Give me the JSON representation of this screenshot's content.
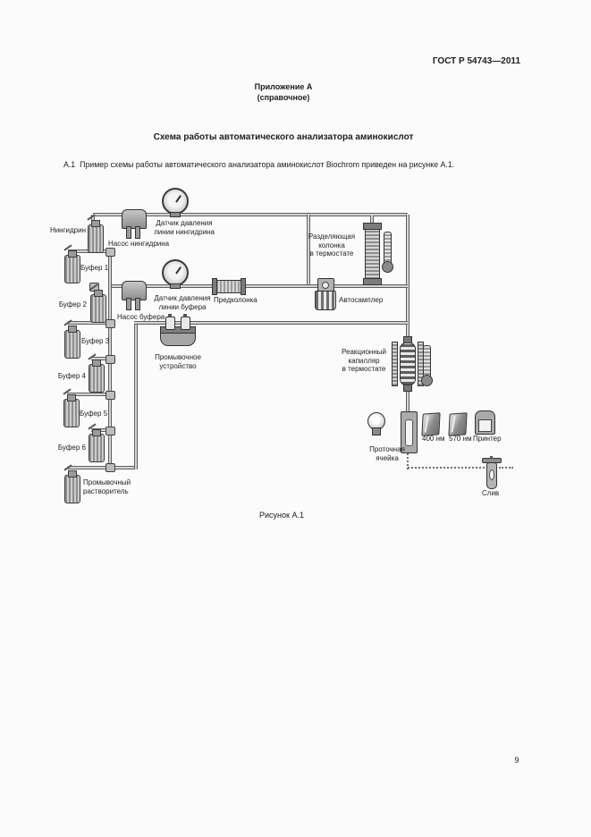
{
  "doc": {
    "header": "ГОСТ Р 54743—2011",
    "appendix_heading": "Приложение А",
    "appendix_type": "(справочное)",
    "section_title": "Схема работы автоматического анализатора аминокислот",
    "body_text": "А.1  Пример схемы работы автоматического анализатора аминокислот Biochrom приведен на рисунке А.1.",
    "figure_caption": "Рисунок А.1",
    "page_number": "9"
  },
  "diagram": {
    "ninhydrin_bottle": "Нингидрин",
    "ninhydrin_pump": "Насос нингидрина",
    "ninhydrin_pressure": "Датчик давления\nлинии нингидрина",
    "buffer_pump": "Насос буфера",
    "buffer_pressure": "Датчик давления\nлинии буфера",
    "precolumn": "Предколонка",
    "autosampler": "Автосамплер",
    "separation_column": "Разделяющая\nколонка\nв термостате",
    "buffers": [
      "Буфер 1",
      "Буфер 2",
      "Буфер 3",
      "Буфер 4",
      "Буфер 5",
      "Буфер 6"
    ],
    "wash_device": "Промывочное\nустройство",
    "reaction_capillary": "Реакционный\nкапилляр\nв термостате",
    "flow_cell": "Проточная\nячейка",
    "detector_1": "400 нм",
    "detector_2": "570 нм",
    "printer": "Принтер",
    "drain": "Слив",
    "wash_solvent": "Промывочный\nрастворитель"
  }
}
